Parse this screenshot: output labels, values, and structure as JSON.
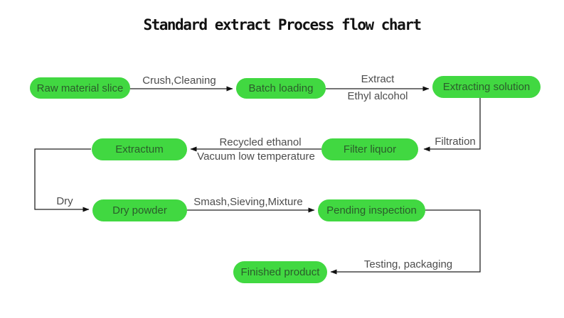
{
  "title": "Standard extract Process flow chart",
  "colors": {
    "node-fill": "#41d841",
    "node-text": "#2b5c2b",
    "line": "#222222",
    "label-text": "#4d4d4d",
    "title-text": "#111111",
    "bg": "#ffffff"
  },
  "nodes": [
    {
      "id": "raw-material-slice",
      "label": "Raw material slice"
    },
    {
      "id": "batch-loading",
      "label": "Batch loading"
    },
    {
      "id": "extracting-solution",
      "label": "Extracting solution"
    },
    {
      "id": "extractum",
      "label": "Extractum"
    },
    {
      "id": "filter-liquor",
      "label": "Filter liquor"
    },
    {
      "id": "dry-powder",
      "label": "Dry powder"
    },
    {
      "id": "pending-inspection",
      "label": "Pending inspection"
    },
    {
      "id": "finished-product",
      "label": "Finished product"
    }
  ],
  "edges": [
    {
      "from": "Raw material slice",
      "to": "Batch loading",
      "label": "Crush,Cleaning"
    },
    {
      "from": "Batch loading",
      "to": "Extracting solution",
      "label": "Extract",
      "sublabel": "Ethyl alcohol"
    },
    {
      "from": "Extracting solution",
      "to": "Filter liquor",
      "label": "Filtration"
    },
    {
      "from": "Filter liquor",
      "to": "Extractum",
      "label": "Recycled ethanol",
      "sublabel": "Vacuum low temperature"
    },
    {
      "from": "Extractum",
      "to": "Dry powder",
      "label": "Dry"
    },
    {
      "from": "Dry powder",
      "to": "Pending inspection",
      "label": "Smash,Sieving,Mixture"
    },
    {
      "from": "Pending inspection",
      "to": "Finished product",
      "label": "Testing, packaging"
    }
  ]
}
